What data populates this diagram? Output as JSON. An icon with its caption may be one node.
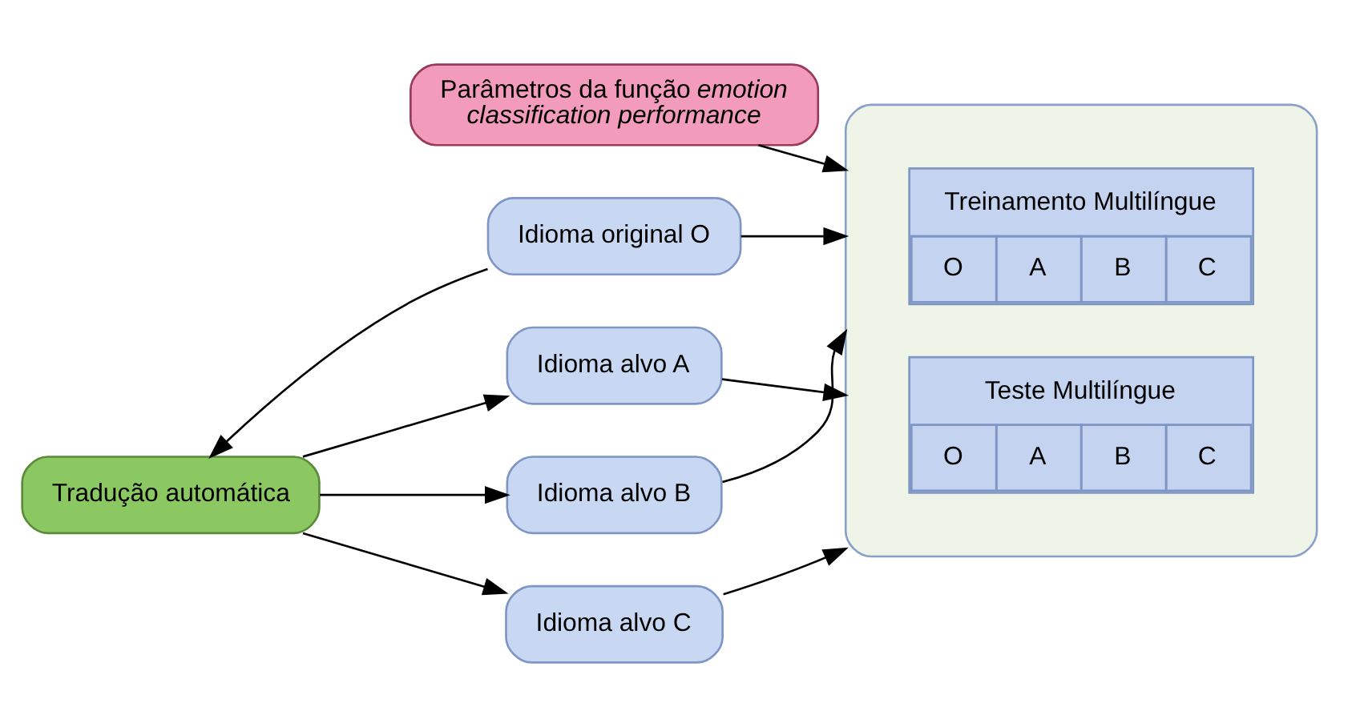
{
  "diagram": {
    "nodes": [
      {
        "text": [
          "Idioma original O"
        ]
      },
      {
        "text": [
          "Tradução automática"
        ]
      },
      {
        "text": [
          "Idioma alvo A"
        ]
      },
      {
        "text": [
          "Idioma alvo B"
        ]
      },
      {
        "text": [
          "Idioma alvo C"
        ]
      },
      {
        "text": [],
        "shape": "box"
      },
      {
        "text": [
          "Treinamento Multilíngue",
          "O",
          "A",
          "B",
          "C"
        ],
        "in": 5
      },
      {
        "text": [
          "Teste Multilíngue",
          "O",
          "A",
          "B",
          "C"
        ],
        "in": 5
      },
      {
        "text": [
          "Parâmetros da função *emotion classification performance*"
        ]
      }
    ],
    "edges": [
      {
        "from": 0,
        "to": 1,
        "arrow": "to"
      },
      {
        "from": 1,
        "to": 2,
        "arrow": "to"
      },
      {
        "from": 1,
        "to": 3,
        "arrow": "to"
      },
      {
        "from": 1,
        "to": 4,
        "arrow": "to"
      },
      {
        "from": 0,
        "to": 5,
        "arrow": "to"
      },
      {
        "from": 2,
        "to": 5,
        "arrow": "to"
      },
      {
        "from": 3,
        "to": 5,
        "arrow": "to"
      },
      {
        "from": 4,
        "to": 5,
        "arrow": "to"
      },
      {
        "from": 8,
        "to": 5,
        "arrow": "to"
      }
    ]
  }
}
